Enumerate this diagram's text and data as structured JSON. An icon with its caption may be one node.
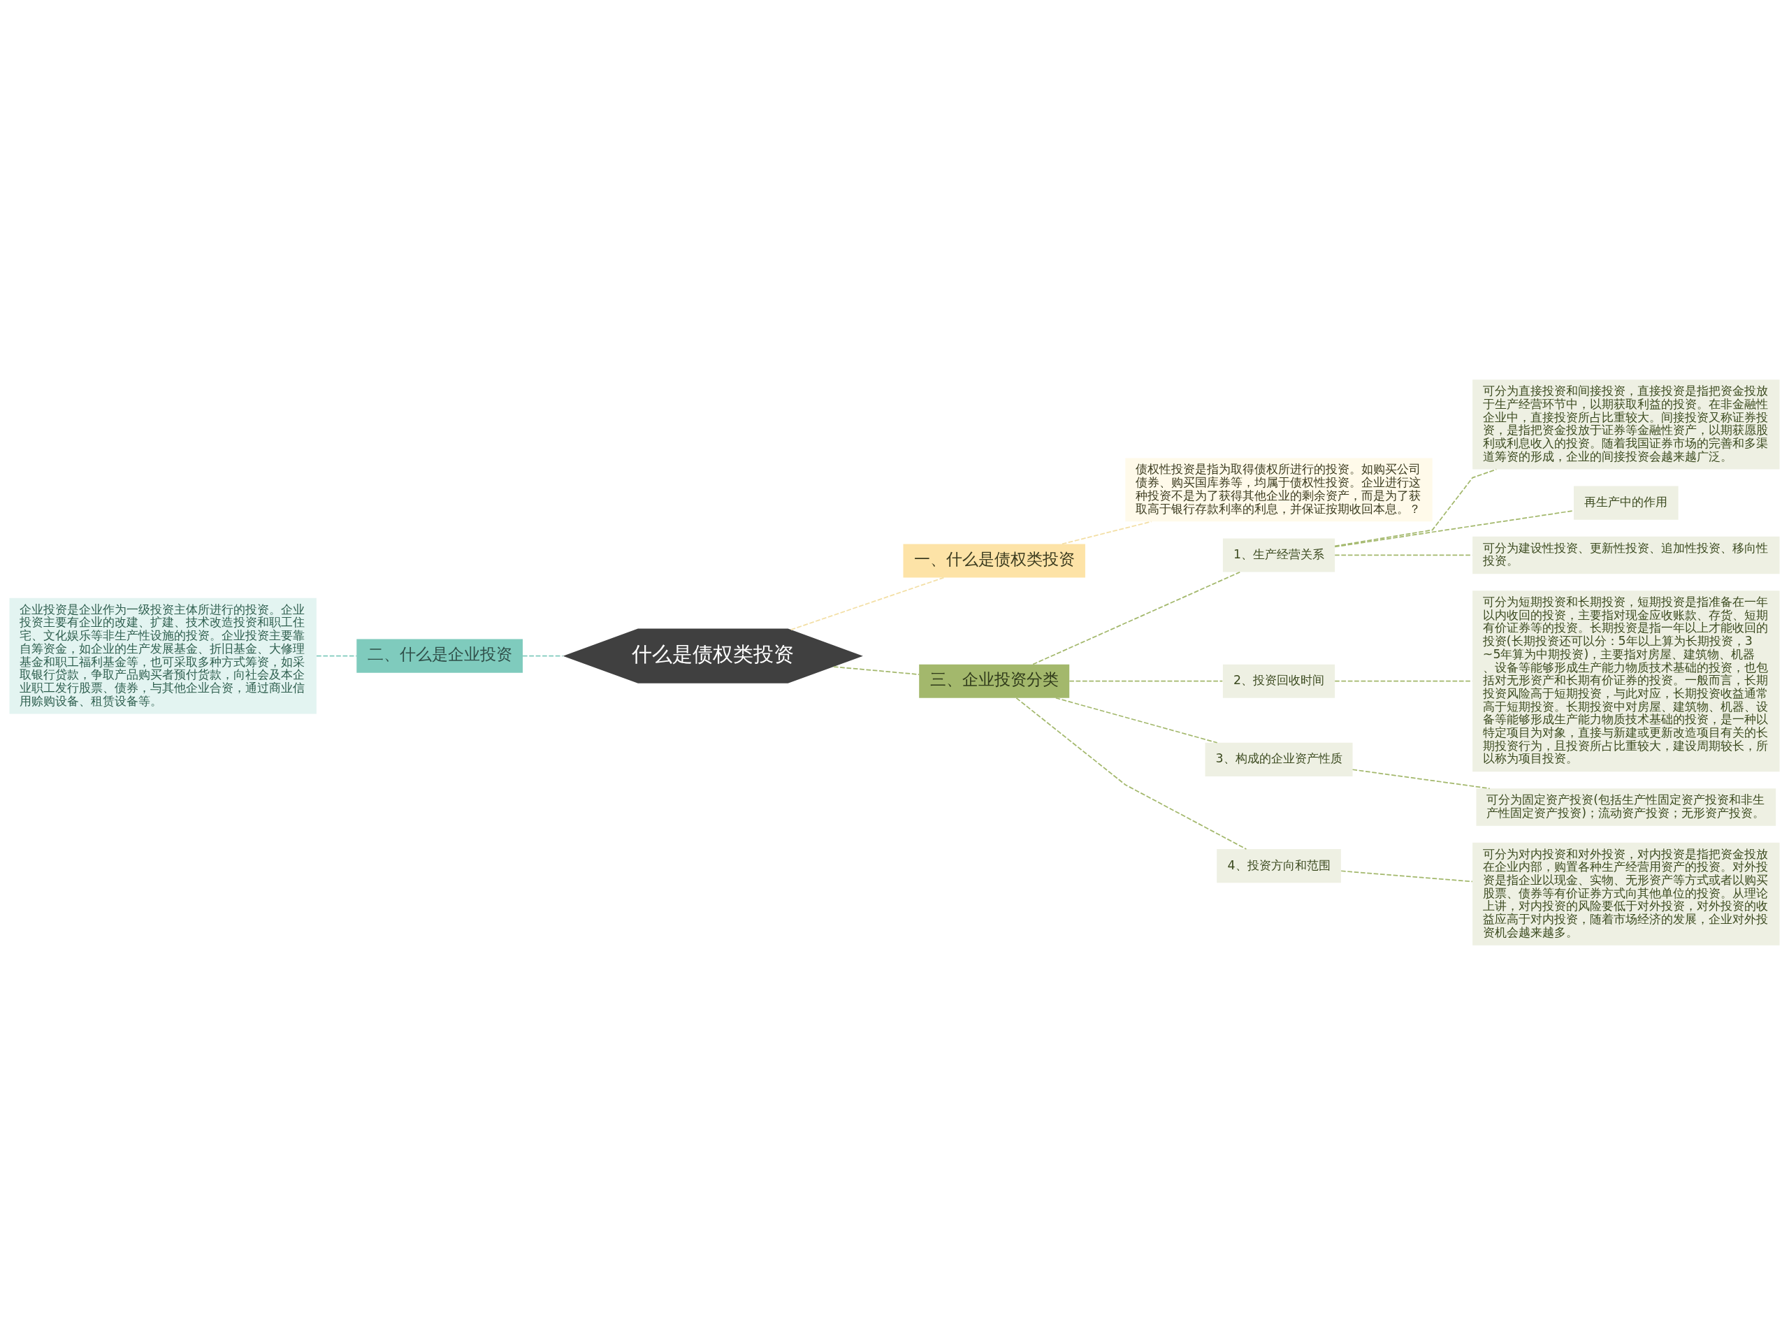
{
  "diagram": {
    "nodes": [
      {
        "text": [
          "什么是债权类投资"
        ]
      },
      {
        "text": [
          "一、什么是债权类投资"
        ]
      },
      {
        "text": [
          "债权性投资是指为取得债权所进行的投资。如购买公司债券、购买国库券等，均属于债权性投资。企业进行这种投资不是为了获得其他企业的剩余资产，而是为了获取高于银行存款利率的利息，并保证按期收回本息。？"
        ]
      },
      {
        "text": [
          "二、什么是企业投资"
        ]
      },
      {
        "text": [
          "企业投资是企业作为一级投资主体所进行的投资。企业投资主要有企业的改建、扩建、技术改造投资和职工住宅、文化娱乐等非生产性设施的投资。企业投资主要靠自筹资金，如企业的生产发展基金、折旧基金、大修理基金和职工福利基金等，也可采取多种方式筹资，如采取银行贷款，争取产品购买者预付货款，向社会及本企业职工发行股票、债券，与其他企业合资，通过商业信用赊购设备、租赁设备等。"
        ]
      },
      {
        "text": [
          "三、企业投资分类"
        ]
      },
      {
        "text": [
          "1、生产经营关系"
        ]
      },
      {
        "text": [
          "可分为直接投资和间接投资，直接投资是指把资金投放于生产经营环节中，以期获取利益的投资。在非金融性企业中，直接投资所占比重较大。间接投资又称证券投资，是指把资金投放于证券等金融性资产，以期获愿股利或利息收入的投资。随着我国证券市场的完善和多渠道筹资的形成，企业的间接投资会越来越广泛。"
        ]
      },
      {
        "text": [
          "再生产中的作用"
        ]
      },
      {
        "text": [
          "可分为建设性投资、更新性投资、追加性投资、移向性投资。"
        ]
      },
      {
        "text": [
          "2、投资回收时间"
        ]
      },
      {
        "text": [
          "可分为短期投资和长期投资，短期投资是指准备在一年以内收回的投资，主要指对现金应收账款、存货、短期有价证券等的投资。长期投资是指一年以上才能收回的投资(长期投资还可以分：5年以上算为长期投资，3~5年算为中期投资)，主要指对房屋、建筑物、机器、设备等能够形成生产能力物质技术基础的投资，也包括对无形资产和长期有价证券的投资。一般而言，长期投资风险高于短期投资，与此对应，长期投资收益通常高于短期投资。长期投资中对房屋、建筑物、机器、设备等能够形成生产能力物质技术基础的投资，是一种以特定项目为对象，直接与新建或更新改造项目有关的长期投资行为，且投资所占比重较大，建设周期较长，所以称为项目投资。"
        ]
      },
      {
        "text": [
          "3、构成的企业资产性质"
        ]
      },
      {
        "text": [
          "可分为固定资产投资(包括生产性固定资产投资和非生产性固定资产投资)；流动资产投资；无形资产投资。"
        ]
      },
      {
        "text": [
          "4、投资方向和范围"
        ]
      },
      {
        "text": [
          "可分为对内投资和对外投资，对内投资是指把资金投放在企业内部，购置各种生产经营用资产的投资。对外投资是指企业以现金、实物、无形资产等方式或者以购买股票、债券等有价证券方式向其他单位的投资。从理论上讲，对内投资的风险要低于对外投资，对外投资的收益应高于对内投资，随着市场经济的发展，企业对外投资机会越来越多。"
        ]
      }
    ],
    "edges": [
      {
        "from": 0,
        "to": 1,
        "arrow": "none",
        "style": "dashed",
        "color": "#f3dfa5"
      },
      {
        "from": 1,
        "to": 2,
        "arrow": "none",
        "style": "dashed",
        "color": "#f3dfa5"
      },
      {
        "from": 0,
        "to": 3,
        "arrow": "none",
        "style": "dashed",
        "color": "#7fcbbd"
      },
      {
        "from": 3,
        "to": 4,
        "arrow": "none",
        "style": "dashed",
        "color": "#7fcbbd"
      },
      {
        "from": 0,
        "to": 5,
        "arrow": "none",
        "style": "dashed"
      },
      {
        "from": 5,
        "to": 6,
        "arrow": "none",
        "style": "dashed"
      },
      {
        "from": 6,
        "to": 7,
        "arrow": "none",
        "style": "dashed"
      },
      {
        "from": 6,
        "to": 8,
        "arrow": "none",
        "style": "dashed"
      },
      {
        "from": 6,
        "to": 9,
        "arrow": "none",
        "style": "dashed"
      },
      {
        "from": 5,
        "to": 10,
        "arrow": "none",
        "style": "dashed"
      },
      {
        "from": 10,
        "to": 11,
        "arrow": "none",
        "style": "dashed"
      },
      {
        "from": 5,
        "to": 12,
        "arrow": "none",
        "style": "dashed"
      },
      {
        "from": 12,
        "to": 13,
        "arrow": "none",
        "style": "dashed"
      },
      {
        "from": 5,
        "to": 14,
        "arrow": "none",
        "style": "dashed"
      },
      {
        "from": 14,
        "to": 15,
        "arrow": "none",
        "style": "dashed"
      }
    ]
  }
}
